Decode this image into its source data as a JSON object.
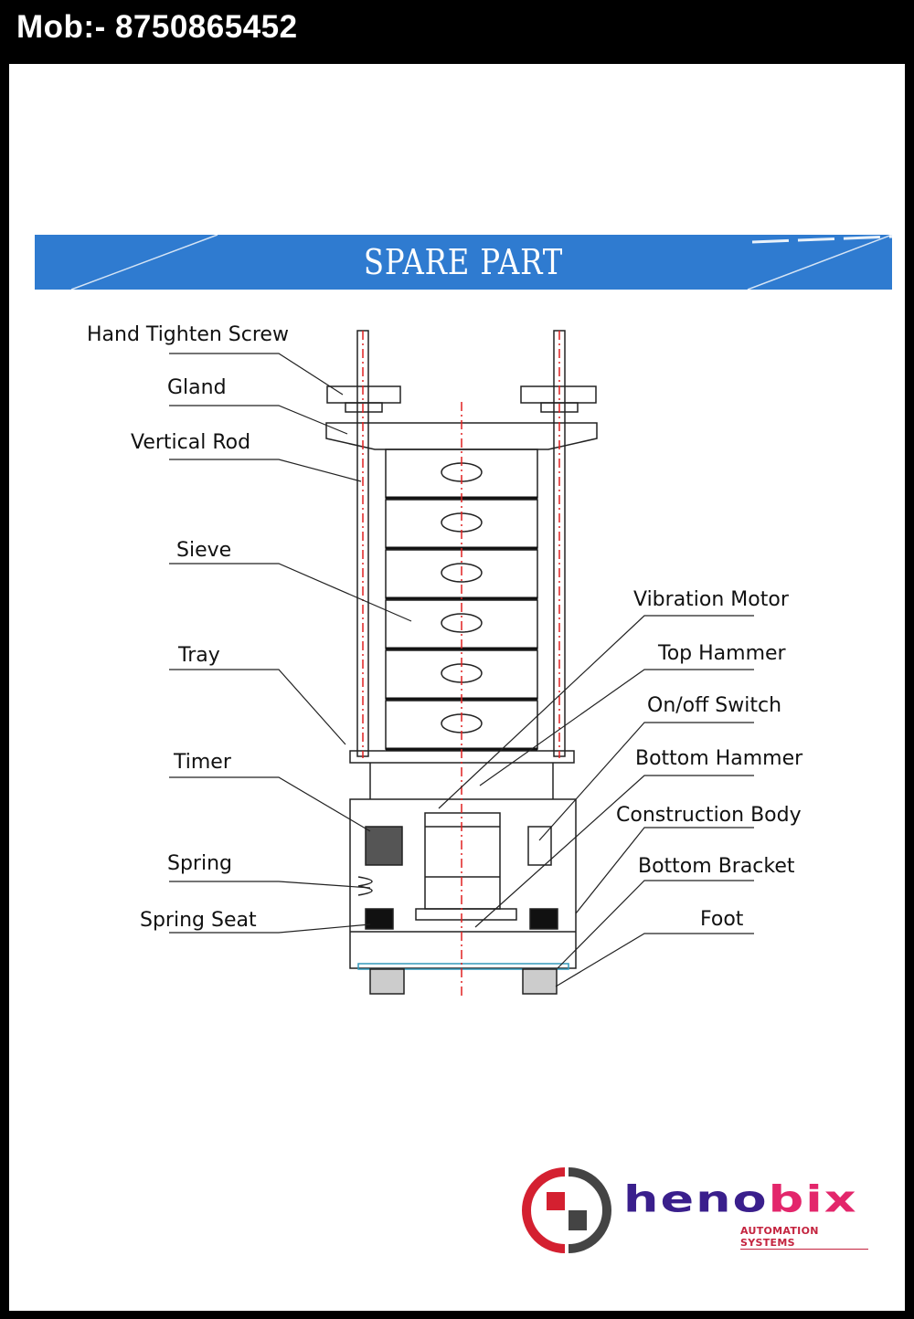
{
  "header": {
    "mobile": "Mob:- 8750865452"
  },
  "banner": {
    "title": "SPARE PART"
  },
  "labels_left": [
    "Hand Tighten Screw",
    "Gland",
    "Vertical Rod",
    "Sieve",
    "Tray",
    "Timer",
    "Spring",
    "Spring Seat"
  ],
  "labels_right": [
    "Vibration Motor",
    "Top Hammer",
    "On/off Switch",
    "Bottom Hammer",
    "Construction Body",
    "Bottom Bracket",
    "Foot"
  ],
  "logo": {
    "word_main": "heno",
    "word_accent": "bix",
    "tagline": "AUTOMATION SYSTEMS"
  },
  "colors": {
    "banner": "#2f7bd0",
    "centerline": "#e02020",
    "logo_purple": "#3a1f8c",
    "logo_pink": "#e3266b"
  }
}
